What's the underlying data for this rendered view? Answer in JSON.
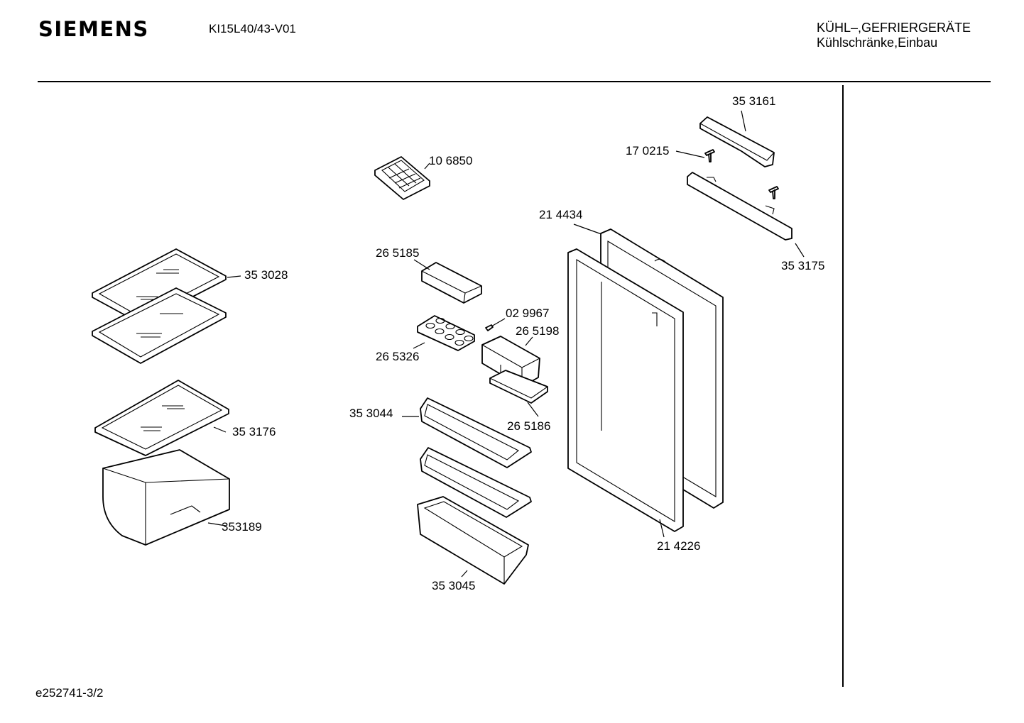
{
  "header": {
    "brand": "SIEMENS",
    "model": "KI15L40/43-V01",
    "category_line1": "KÜHL–,GEFRIERGERÄTE",
    "category_line2": "Kühlschränke,Einbau"
  },
  "footer": {
    "doc_ref": "e252741-3/2"
  },
  "parts": {
    "p353161": "35 3161",
    "p170215": "17 0215",
    "p106850": "10 6850",
    "p214434": "21 4434",
    "p353175": "35 3175",
    "p265185": "26 5185",
    "p353028": "35 3028",
    "p029967": "02 9967",
    "p265198": "26 5198",
    "p265326": "26 5326",
    "p353044": "35 3044",
    "p265186": "26 5186",
    "p353176": "35 3176",
    "p353189": "353189",
    "p214226": "21 4226",
    "p353045": "35 3045"
  }
}
